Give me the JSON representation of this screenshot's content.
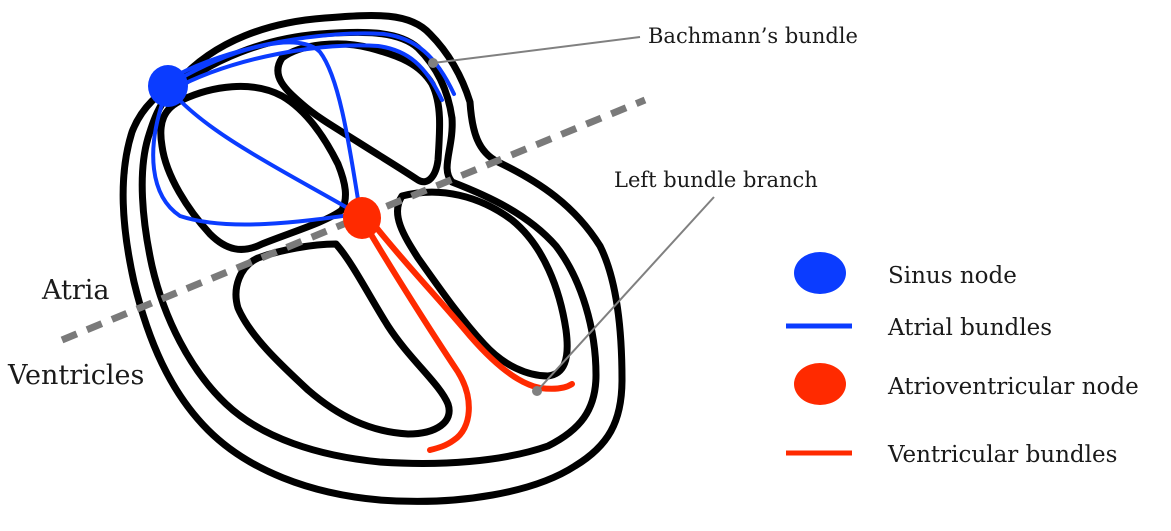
{
  "labels": {
    "bachmann": "Bachmann’s bundle",
    "left_bundle_branch": "Left bundle branch",
    "atria": "Atria",
    "ventricles": "Ventricles"
  },
  "legend": [
    {
      "label": "Sinus node",
      "icon": "blue-ellipse-icon",
      "color": "#0b3cff"
    },
    {
      "label": "Atrial bundles",
      "icon": "blue-line-icon",
      "color": "#0b3cff"
    },
    {
      "label": "Atrioventricular node",
      "icon": "red-ellipse-icon",
      "color": "#ff2a00"
    },
    {
      "label": "Ventricular bundles",
      "icon": "red-line-icon",
      "color": "#ff2a00"
    }
  ],
  "colors": {
    "outline": "#000000",
    "atrial": "#0b3cff",
    "ventricular": "#ff2a00",
    "callout": "#808080",
    "divider": "#7a7a7a"
  }
}
